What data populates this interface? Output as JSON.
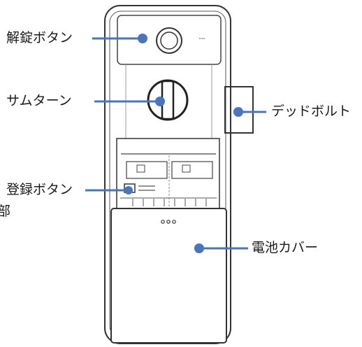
{
  "labels": {
    "unlock_button": "解錠ボタン",
    "thumb_turn": "サムターン",
    "deadbolt": "デッドボルト",
    "register_button": "登録ボタン",
    "partial_cutoff": "部",
    "battery_cover": "電池カバー"
  },
  "colors": {
    "callout": "#4a74bb",
    "outline": "#333333",
    "text": "#1a1a1a"
  }
}
